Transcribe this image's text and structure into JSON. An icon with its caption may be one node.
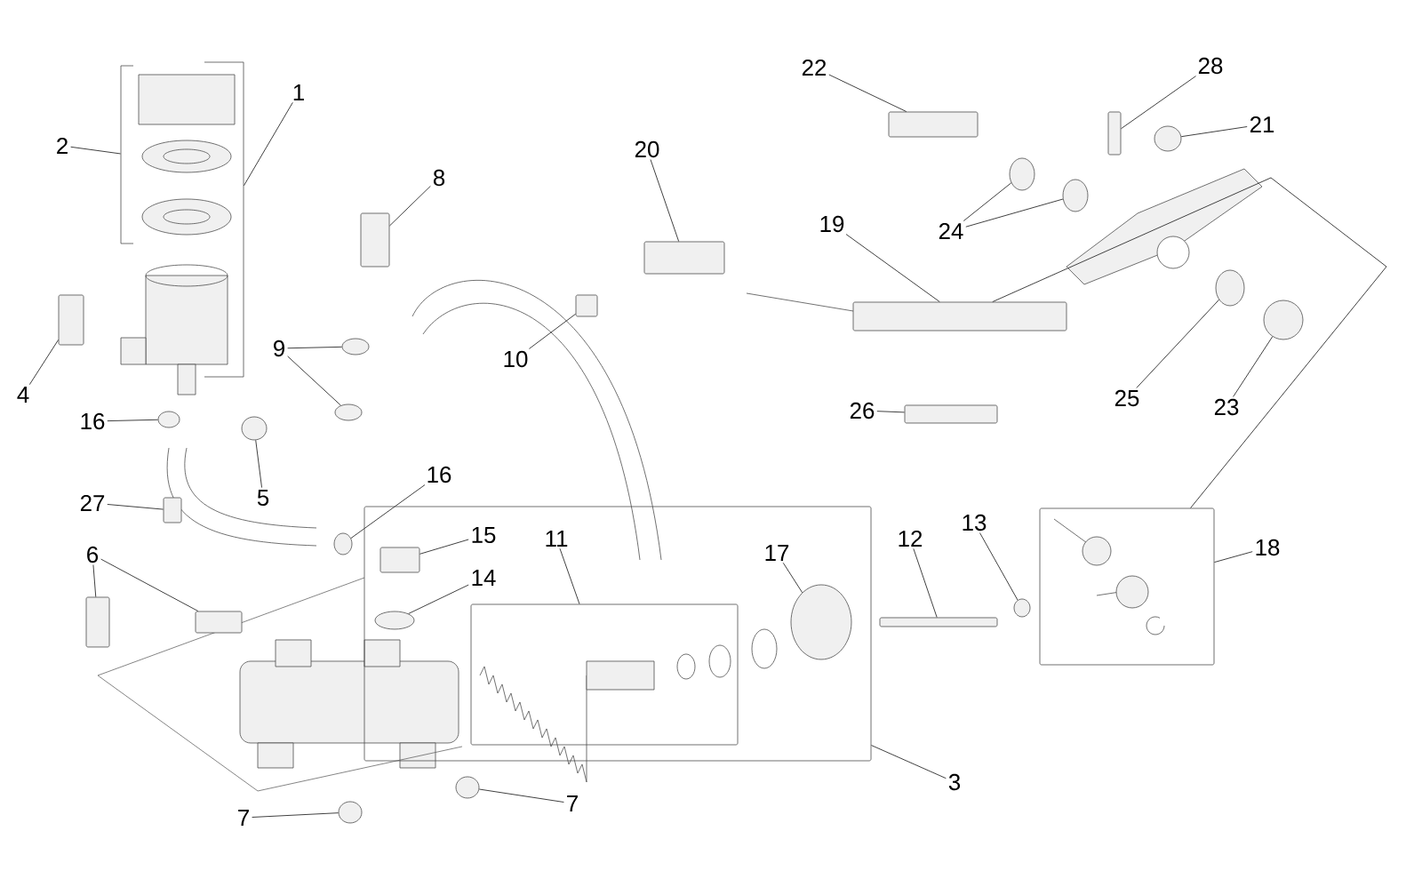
{
  "diagram": {
    "nodes": [
      {
        "text": [
          "1"
        ]
      },
      {
        "text": [
          "2"
        ]
      },
      {
        "text": [
          "22"
        ]
      },
      {
        "text": [
          "28"
        ]
      },
      {
        "text": [
          "21"
        ]
      },
      {
        "text": [
          "8"
        ]
      },
      {
        "text": [
          "20"
        ]
      },
      {
        "text": [
          "24"
        ]
      },
      {
        "text": [
          "19"
        ]
      },
      {
        "text": [
          "4"
        ]
      },
      {
        "text": [
          "9"
        ]
      },
      {
        "text": [
          "16"
        ]
      },
      {
        "text": [
          "10"
        ]
      },
      {
        "text": [
          "5"
        ]
      },
      {
        "text": [
          "26"
        ]
      },
      {
        "text": [
          "25"
        ]
      },
      {
        "text": [
          "23"
        ]
      },
      {
        "text": [
          "27"
        ]
      },
      {
        "text": [
          "16"
        ]
      },
      {
        "text": [
          "15"
        ],
        "in": 30
      },
      {
        "text": [
          "11"
        ],
        "in": 30
      },
      {
        "text": [
          "6"
        ]
      },
      {
        "text": [
          "14"
        ],
        "in": 30
      },
      {
        "text": [
          "17"
        ],
        "in": 30
      },
      {
        "text": [
          "12"
        ]
      },
      {
        "text": [
          "13"
        ]
      },
      {
        "text": [
          "18"
        ]
      },
      {
        "text": [
          "3"
        ]
      },
      {
        "text": [
          "7"
        ]
      },
      {
        "text": [
          "7"
        ]
      },
      {
        "text": [],
        "shape": "box"
      },
      {
        "text": [],
        "shape": "box",
        "in": 30
      },
      {
        "text": [],
        "shape": "box"
      },
      {
        "text": [],
        "shape": "box"
      },
      {
        "text": [],
        "shape": "circle"
      },
      {
        "text": [],
        "shape": "circle"
      },
      {
        "text": [],
        "shape": "box"
      },
      {
        "text": [],
        "shape": "box"
      },
      {
        "text": [],
        "shape": "box"
      },
      {
        "text": [],
        "shape": "circle"
      },
      {
        "text": [],
        "shape": "circle"
      },
      {
        "text": [],
        "shape": "box"
      },
      {
        "text": [],
        "shape": "circle"
      },
      {
        "text": [],
        "shape": "circle"
      },
      {
        "text": [],
        "shape": "box"
      },
      {
        "text": [],
        "shape": "circle"
      },
      {
        "text": [],
        "shape": "box",
        "in": 30
      },
      {
        "text": [],
        "shape": "circle",
        "in": 30
      },
      {
        "text": [],
        "shape": "circle",
        "in": 30
      },
      {
        "text": [],
        "shape": "box"
      },
      {
        "text": [],
        "shape": "circle"
      },
      {
        "text": [],
        "shape": "box"
      },
      {
        "text": [],
        "shape": "box"
      },
      {
        "text": [],
        "shape": "box"
      },
      {
        "text": [],
        "shape": "circle"
      },
      {
        "text": [],
        "shape": "circle"
      },
      {
        "text": [],
        "shape": "circle"
      },
      {
        "text": [],
        "shape": "box"
      },
      {
        "text": [],
        "shape": "box"
      },
      {
        "text": [],
        "shape": "circle"
      },
      {
        "text": [],
        "shape": "circle"
      },
      {
        "text": [],
        "shape": "bracket"
      },
      {
        "text": [],
        "shape": "bracket"
      }
    ],
    "edges": [
      {
        "from": 0,
        "to": 62,
        "arrow": "none"
      },
      {
        "from": 1,
        "to": 61,
        "arrow": "none"
      },
      {
        "from": 2,
        "to": 52,
        "arrow": "none"
      },
      {
        "from": 3,
        "to": 53,
        "arrow": "none"
      },
      {
        "from": 4,
        "to": 54,
        "arrow": "none"
      },
      {
        "from": 5,
        "to": 41,
        "arrow": "none"
      },
      {
        "from": 6,
        "to": 51,
        "arrow": "none"
      },
      {
        "from": 7,
        "to": 55,
        "arrow": "none"
      },
      {
        "from": 7,
        "to": 56,
        "arrow": "none"
      },
      {
        "from": 8,
        "to": 57,
        "arrow": "none"
      },
      {
        "from": 9,
        "to": 33,
        "arrow": "none"
      },
      {
        "from": 10,
        "to": 42,
        "arrow": "none"
      },
      {
        "from": 10,
        "to": 43,
        "arrow": "none"
      },
      {
        "from": 11,
        "to": 34,
        "arrow": "none"
      },
      {
        "from": 12,
        "to": 44,
        "arrow": "none"
      },
      {
        "from": 13,
        "to": 35,
        "arrow": "none"
      },
      {
        "from": 14,
        "to": 58,
        "arrow": "none"
      },
      {
        "from": 15,
        "to": 59,
        "arrow": "none"
      },
      {
        "from": 16,
        "to": 60,
        "arrow": "none"
      },
      {
        "from": 17,
        "to": 36,
        "arrow": "none"
      },
      {
        "from": 18,
        "to": 45,
        "arrow": "none"
      },
      {
        "from": 19,
        "to": 46,
        "arrow": "none"
      },
      {
        "from": 20,
        "to": 31,
        "arrow": "none"
      },
      {
        "from": 21,
        "to": 37,
        "arrow": "none"
      },
      {
        "from": 21,
        "to": 38,
        "arrow": "none"
      },
      {
        "from": 22,
        "to": 47,
        "arrow": "none"
      },
      {
        "from": 23,
        "to": 48,
        "arrow": "none"
      },
      {
        "from": 24,
        "to": 49,
        "arrow": "none"
      },
      {
        "from": 25,
        "to": 50,
        "arrow": "none"
      },
      {
        "from": 26,
        "to": 32,
        "arrow": "none"
      },
      {
        "from": 27,
        "to": 30,
        "arrow": "none"
      },
      {
        "from": 28,
        "to": 39,
        "arrow": "none"
      },
      {
        "from": 29,
        "to": 40,
        "arrow": "none"
      },
      {
        "from": 32,
        "to": 57,
        "arrow": "none"
      }
    ]
  }
}
